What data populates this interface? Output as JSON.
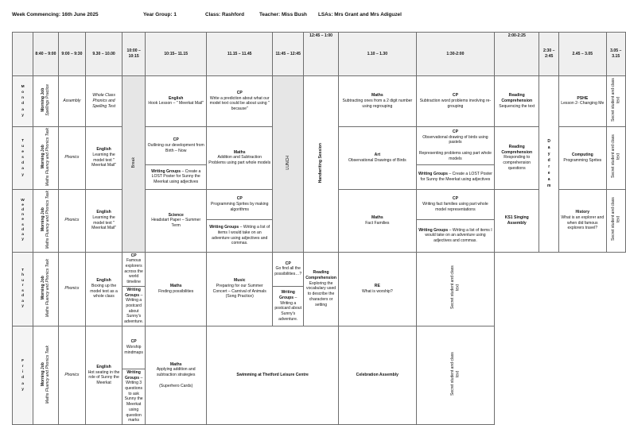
{
  "header": {
    "week": "Week Commencing: 16th June 2025",
    "year_group": "Year Group: 1",
    "class": "Class: Rashford",
    "teacher": "Teacher: Miss Bush",
    "lsas": "LSAs: Mrs Grant and Mrs Adiguzel"
  },
  "times": {
    "t1": "8:40 – 9:00",
    "t2": "9:00 – 9:30",
    "t3": "9.30 – 10.00",
    "t4": "10:00 – 10:15",
    "t5": "10:15– 11.15",
    "t6": "11.15 – 11.45",
    "t7": "11:45 – 12:45",
    "t8": "12:45 – 1:00",
    "t9": "1.10 – 1.30",
    "t10": "1:30-2:00",
    "t11": "2:00-2:25",
    "t12": "2:30 – 2:45",
    "t13": "2.45 – 3.05",
    "t14": "3.05 – 3.15"
  },
  "spanning": {
    "break": "Break",
    "lunch": "LUNCH",
    "handwriting": "Handwriting Session",
    "daydream": "Daydream"
  },
  "days": {
    "mon": {
      "letters": [
        "M",
        "o",
        "n",
        "d",
        "a",
        "y"
      ],
      "morning": "Morning Job",
      "morning_sub": "Spellings Practice",
      "c2": "Assembly",
      "c3": "Whole Class Phonics and Spelling Test",
      "c5_title": "English",
      "c5_body": "Hook Lesson – \" Meerkat Mail\"",
      "c6_title": "CP",
      "c6_body": "Write a prediction about what our model text could be about using \" because\"",
      "c9_title": "Maths",
      "c9_body": "Subtracting ones from a 2 digit number using regrouping",
      "c10_title": "CP",
      "c10_body": "Subtraction word problems involving re-grouping",
      "c11_title": "Reading Comprehension",
      "c11_body": "Sequencing the text",
      "c13_title": "PSHE",
      "c13_body": "Lesson 2- Changing Me",
      "c14": "Secret student and class text"
    },
    "tue": {
      "letters": [
        "T",
        "u",
        "e",
        "s",
        "d",
        "a",
        "y"
      ],
      "morning": "Morning Job",
      "morning_sub": "Maths Fluency and Phonics Task",
      "c2": "Phonics",
      "c3_title": "English",
      "c3_body": "Learning the model text \" Meerkat Mail\"",
      "c5_title": "CP",
      "c5_body": "Outlining our development from Birth – Now",
      "c5b_title": "Writing Groups",
      "c5b_body": " – Create a LOST Poster for Sunny the Meerkat using adjectives",
      "c6_title": "Maths",
      "c6_body": "Addition and Subtraction Problems using part whole models",
      "c9_title": "Art",
      "c9_body": "Observational Drawings of Birds",
      "c10_title": "CP",
      "c10_body1": "Observational drawing of birds using pastels",
      "c10_body2": "Representing problems using part whole models",
      "c10b_title": "Writing Groups",
      "c10b_body": " – Create a LOST Poster for Sunny the Meerkat using adjectives",
      "c11_title": "Reading Comprehension",
      "c11_body": "Responding to comprehension questions",
      "c13_title": "Computing",
      "c13_body": "Programming Sprites",
      "c14": "Secret student and class text"
    },
    "wed": {
      "letters": [
        "W",
        "e",
        "d",
        "n",
        "e",
        "s",
        "d",
        "a",
        "y"
      ],
      "morning": "Morning Job",
      "morning_sub": "Maths Fluency and Phonics Task",
      "c2": "Phonics",
      "c3_title": "English",
      "c3_body": "Learning the model text \" Meerkat Mail\"",
      "c5_title": "Science",
      "c5_body": "Headstart Paper – Summer Term",
      "c6_title": "CP",
      "c6_body": "Programming Sprites by making algorithms",
      "c6b_title": "Writing Groups",
      "c6b_body": " – Writing a list of items I would take on an adventure using adjectives and commas.",
      "c9_title": "Maths",
      "c9_body": "Fact Families",
      "c10_title": "CP",
      "c10_body": "Writing fact families using part whole model representations",
      "c10b_title": "Writing Groups",
      "c10b_body": " – Writing a list of items I would take on an adventure using adjectives and commas.",
      "c11_title": "KS1 Singing Assembly",
      "c13_title": "History",
      "c13_body": "What is an explorer and when did famous explorers travel?",
      "c14": "Secret student and class text"
    },
    "thu": {
      "letters": [
        "T",
        "h",
        "u",
        "r",
        "s",
        "d",
        "a",
        "y"
      ],
      "morning": "Morning Job",
      "morning_sub": "Maths Fluency and Phonics Task",
      "c2": "Phonics",
      "c3_title": "English",
      "c3_body": "Boxing up the model text as a whole class",
      "c5_title": "CP",
      "c5_body": "Famous explorers across the world timeline",
      "c5b_title": "Writing Groups",
      "c5b_body": " – Writing a postcard about Sunny's adventure.",
      "c6_title": "Maths",
      "c6_body": "Finding possibilities",
      "c9_title": "Music",
      "c9_body": "Preparing for our Summer Concert – Carnival of Animals (Song Practice)",
      "c10_title": "CP",
      "c10_body": "Go find all the possibilities…?",
      "c10b_title": "Writing Groups",
      "c10b_body": " – Writing a postcard about Sunny's adventure.",
      "c11_title": "Reading Comprehension",
      "c11_body": "Exploring the vocabulary used to describe the characters or setting",
      "c13_title": "RE",
      "c13_body": "What is worship?",
      "c14": "Secret student and class text"
    },
    "fri": {
      "letters": [
        "F",
        "r",
        "i",
        "d",
        "a",
        "y"
      ],
      "morning": "Morning Job",
      "morning_sub": "Maths Fluency and Phonics Task",
      "c2": "Phonics",
      "c3_title": "English",
      "c3_body": "Hot seating in the role of Sunny the Meerkat",
      "c5_title": "CP",
      "c5_body": "Worship mindmaps",
      "c5b_title": "Writing Groups",
      "c5b_body": " – Writing 3 questions to ask Sunny the Meerkat using question marks",
      "c6_title": "Maths",
      "c6_body": "Applying addition and subtraction strategies",
      "c6_extra": "(Superhero Cards)",
      "c9": "Swimming at Thetford Leisure Centre",
      "c13_title": "Celebration Assembly",
      "c14": "Secret student and class text"
    }
  }
}
